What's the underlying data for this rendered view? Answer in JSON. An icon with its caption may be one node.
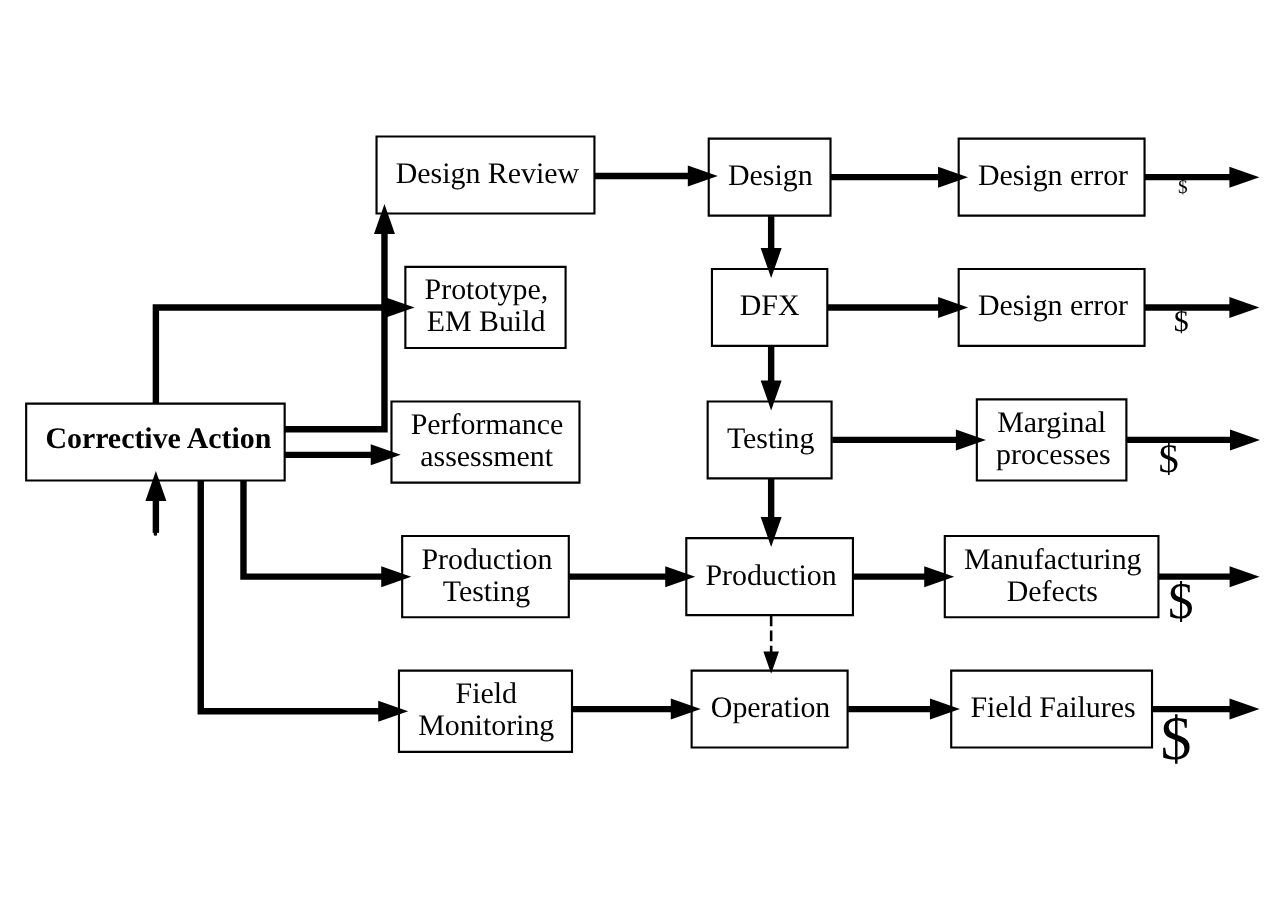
{
  "diagram": {
    "nodes": [
      {
        "text": [
          "Corrective Action"
        ]
      },
      {
        "text": [
          "Design Review"
        ]
      },
      {
        "text": [
          "Design"
        ]
      },
      {
        "text": [
          "Design error"
        ]
      },
      {
        "text": [
          "Prototype, EM Build"
        ]
      },
      {
        "text": [
          "DFX"
        ]
      },
      {
        "text": [
          "Design error"
        ]
      },
      {
        "text": [
          "Performance assessment"
        ]
      },
      {
        "text": [
          "Testing"
        ]
      },
      {
        "text": [
          "Marginal processes"
        ]
      },
      {
        "text": [
          "Production Testing"
        ]
      },
      {
        "text": [
          "Production"
        ]
      },
      {
        "text": [
          "Manufacturing Defects"
        ]
      },
      {
        "text": [
          "Field Monitoring"
        ]
      },
      {
        "text": [
          "Operation"
        ]
      },
      {
        "text": [
          "Field Failures"
        ]
      }
    ],
    "edges": [
      {
        "from": null,
        "to": 0,
        "arrow": "to"
      },
      {
        "from": 0,
        "to": 1,
        "arrow": "to"
      },
      {
        "from": 0,
        "to": 4,
        "arrow": "to"
      },
      {
        "from": 0,
        "to": 7,
        "arrow": "to"
      },
      {
        "from": 0,
        "to": 10,
        "arrow": "to"
      },
      {
        "from": 0,
        "to": 13,
        "arrow": "to"
      },
      {
        "from": 1,
        "to": 2,
        "arrow": "to"
      },
      {
        "from": 2,
        "to": 3,
        "arrow": "to"
      },
      {
        "from": 2,
        "to": 5,
        "arrow": "to"
      },
      {
        "from": 5,
        "to": 6,
        "arrow": "to"
      },
      {
        "from": 5,
        "to": 8,
        "arrow": "to"
      },
      {
        "from": 8,
        "to": 9,
        "arrow": "to"
      },
      {
        "from": 8,
        "to": 11,
        "arrow": "to"
      },
      {
        "from": 10,
        "to": 11,
        "arrow": "to"
      },
      {
        "from": 11,
        "to": 12,
        "arrow": "to"
      },
      {
        "from": 11,
        "to": 14,
        "arrow": "to",
        "style": "dashed"
      },
      {
        "from": 13,
        "to": 14,
        "arrow": "to"
      },
      {
        "from": 14,
        "to": 15,
        "arrow": "to"
      },
      {
        "from": 3,
        "to": null,
        "arrow": "to",
        "label": "$"
      },
      {
        "from": 6,
        "to": null,
        "arrow": "to",
        "label": "$"
      },
      {
        "from": 9,
        "to": null,
        "arrow": "to",
        "label": "$"
      },
      {
        "from": 12,
        "to": null,
        "arrow": "to",
        "label": "$"
      },
      {
        "from": 15,
        "to": null,
        "arrow": "to",
        "label": "$"
      }
    ]
  }
}
